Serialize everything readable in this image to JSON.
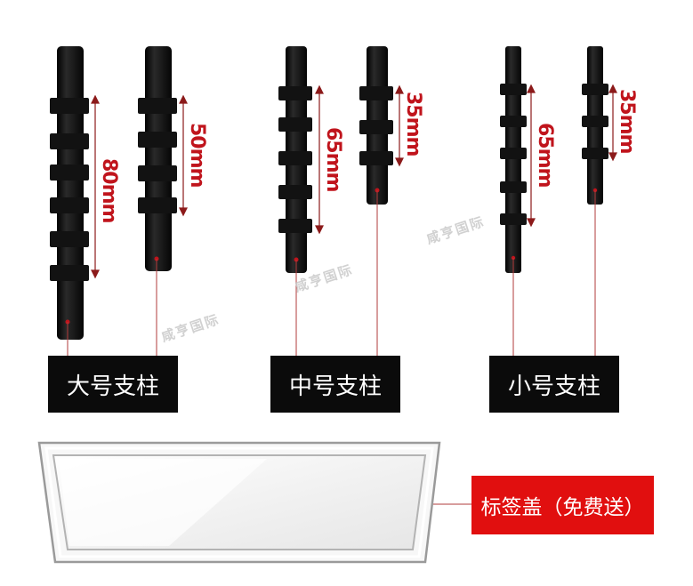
{
  "pillars": [
    {
      "label": "大号支柱",
      "dim_a": "80mm",
      "dim_b": "50mm"
    },
    {
      "label": "中号支柱",
      "dim_a": "65mm",
      "dim_b": "35mm"
    },
    {
      "label": "小号支柱",
      "dim_a": "65mm",
      "dim_b": "35mm"
    }
  ],
  "cover": {
    "label": "标签盖（免费送）"
  },
  "watermark": {
    "text": "咸亨国际"
  },
  "colors": {
    "dimension": "#c0141c",
    "label_bg": "#0b0b0b",
    "cover_label_bg": "#e10f0f",
    "pillar": "#111111"
  }
}
